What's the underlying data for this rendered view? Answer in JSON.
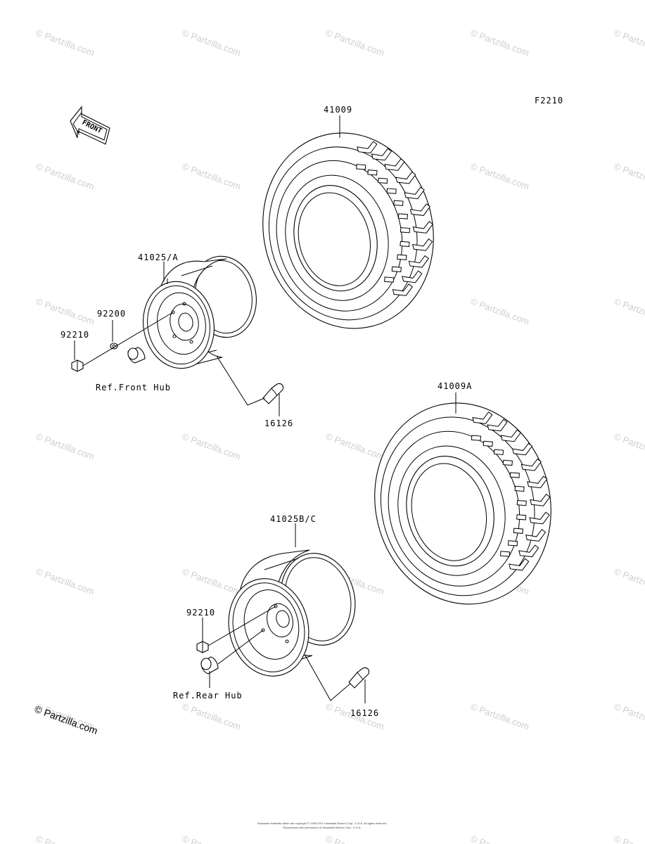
{
  "figure_code": "F2210",
  "front_label": "FRONT",
  "labels": {
    "tire_front": "41009",
    "tire_rear": "41009A",
    "wheel_front": "41025/A",
    "wheel_rear": "41025B/C",
    "washer": "92200",
    "nut_front": "92210",
    "nut_rear": "92210",
    "valve_front": "16126",
    "valve_rear": "16126",
    "ref_front_hub": "Ref.Front Hub",
    "ref_rear_hub": "Ref.Rear Hub"
  },
  "watermark": "© Partzilla.com",
  "copyright": "© Partzilla.com",
  "footer": {
    "line1": "Kawasaki materials within are copyright © 1995-2011 Kawasaki Motors Corp., U.S.A. All rights reserved.",
    "line2": "Reproduced with permission of Kawasaki Motors Corp., U.S.A."
  }
}
